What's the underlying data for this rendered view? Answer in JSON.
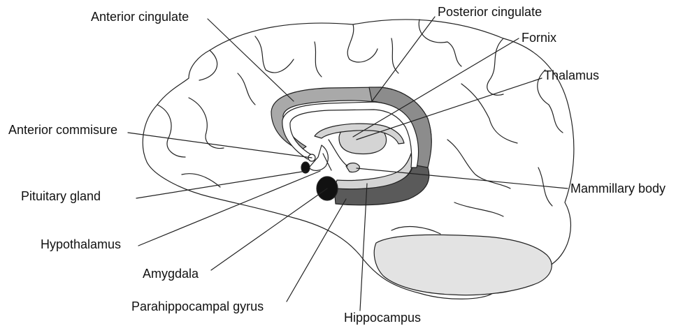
{
  "labels": {
    "anterior_cingulate": "Anterior cingulate",
    "posterior_cingulate": "Posterior cingulate",
    "fornix": "Fornix",
    "thalamus": "Thalamus",
    "anterior_commisure": "Anterior commisure",
    "pituitary_gland": "Pituitary gland",
    "mammillary_body": "Mammillary body",
    "hypothalamus": "Hypothalamus",
    "amygdala": "Amygdala",
    "parahippocampal_gyrus": "Parahippocampal gyrus",
    "hippocampus": "Hippocampus"
  },
  "colors": {
    "outline": "#222222",
    "cingulate_light": "#a9a9a9",
    "cingulate_dark": "#8c8c8c",
    "parahippocampal": "#5a5a5a",
    "structure_fill": "#d4d4d4",
    "cerebellum": "#e3e3e3",
    "amygdala": "#111111"
  }
}
